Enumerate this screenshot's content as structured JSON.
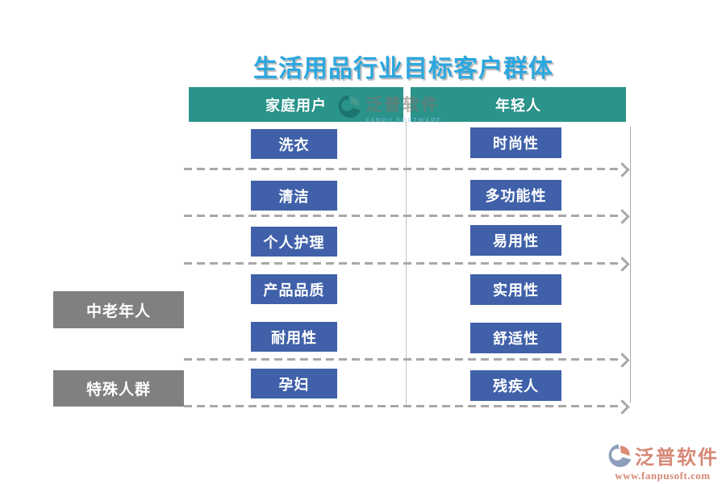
{
  "title": "生活用品行业目标客户群体",
  "headers": {
    "family": "家庭用户",
    "young": "年轻人"
  },
  "left_items": [
    "洗衣",
    "清洁",
    "个人护理",
    "产品品质",
    "耐用性",
    "孕妇"
  ],
  "right_items": [
    "时尚性",
    "多功能性",
    "易用性",
    "实用性",
    "舒适性",
    "残疾人"
  ],
  "side_groups": {
    "middle_aged": "中老年人",
    "special": "特殊人群"
  },
  "watermark": {
    "brand": "泛普软件",
    "brand_en": "FANPU SOFTWARE",
    "url": "www.fanpusoft.com"
  },
  "colors": {
    "title_blue": "#2BA7DF",
    "header_teal": "#2A938A",
    "feature_blue": "#4061A9",
    "group_gray": "#808080",
    "dash_gray": "#A8A8A8",
    "watermark_salmon": "#D68876"
  }
}
